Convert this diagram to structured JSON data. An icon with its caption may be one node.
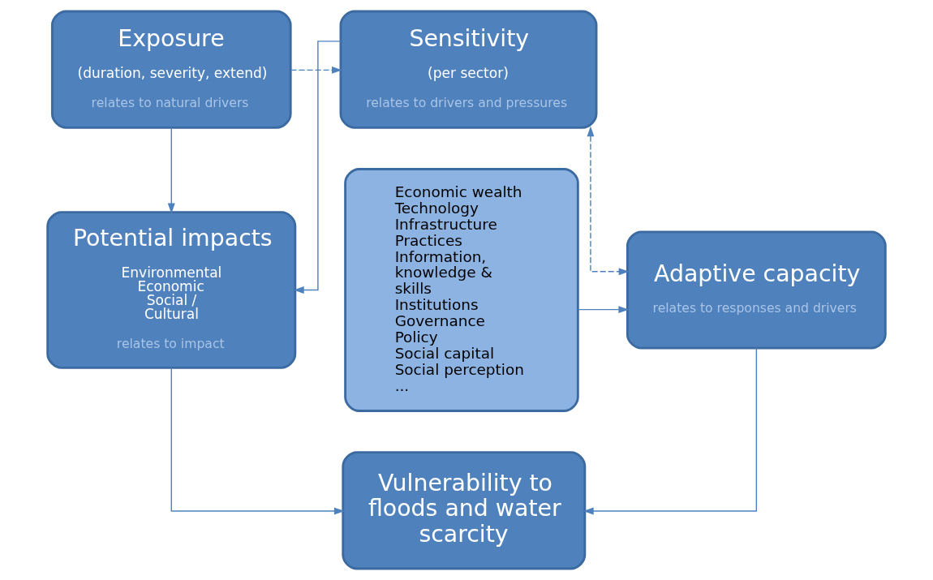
{
  "diagram": {
    "nodes": [
      {
        "text": [
          "Exposure",
          "(duration, severity, extend)",
          "relates to natural drivers"
        ]
      },
      {
        "text": [
          "Sensitivity",
          "(per sector)",
          "relates to drivers and pressures"
        ]
      },
      {
        "text": [
          "Potential impacts",
          "Environmental Economic Social / Cultural",
          "relates to impact"
        ]
      },
      {
        "text": [
          "Vulnerability to floods and water scarcity"
        ]
      },
      {
        "text": [
          "Adaptive capacity",
          "relates to responses and drivers"
        ]
      },
      {
        "text": [
          "Economic wealth",
          "Technology",
          "Infrastructure",
          "Practices",
          "Information, knowledge & skills",
          "Institutions",
          "Governance",
          "Policy",
          "Social capital",
          "Social perception",
          "..."
        ]
      }
    ],
    "edges": [
      {
        "from": 0,
        "to": 1,
        "arrow": "to",
        "style": "dashed"
      },
      {
        "from": 1,
        "to": 4,
        "arrow": "both",
        "style": "dashed"
      },
      {
        "from": 0,
        "to": 2,
        "arrow": "to"
      },
      {
        "from": 1,
        "to": 2,
        "arrow": "to"
      },
      {
        "from": 2,
        "to": 3,
        "arrow": "to"
      },
      {
        "from": 4,
        "to": 3,
        "arrow": "to"
      },
      {
        "from": 5,
        "to": 4,
        "arrow": "to"
      }
    ]
  }
}
